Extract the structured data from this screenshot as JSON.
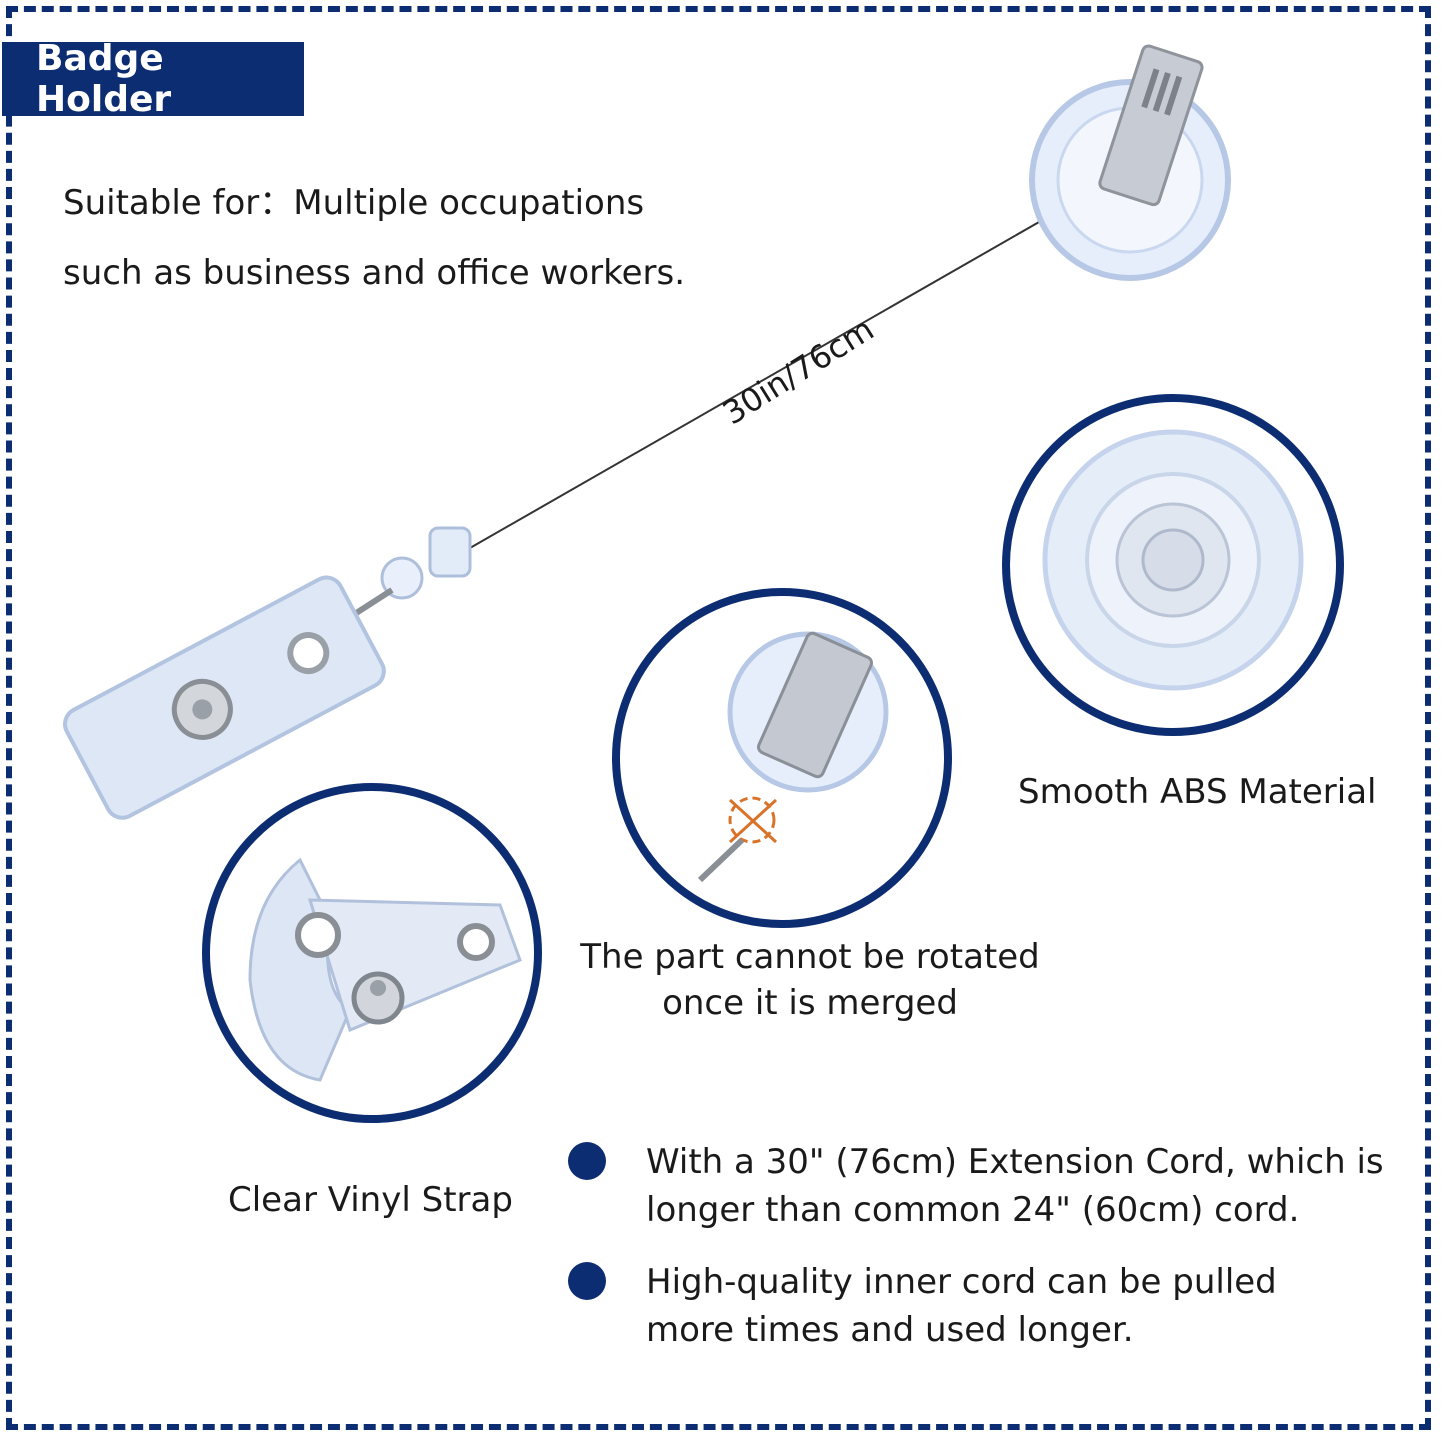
{
  "header": {
    "title": "Badge Holder"
  },
  "intro": {
    "line1": "Suitable for：Multiple occupations",
    "line2": "such as business and office workers."
  },
  "cord_length_label": "30in/76cm",
  "callouts": {
    "abs": "Smooth ABS Material",
    "rotate_line1": "The part cannot be rotated",
    "rotate_line2": "once it is merged",
    "vinyl": "Clear Vinyl Strap"
  },
  "features": [
    {
      "line1": "With a 30\" (76cm) Extension Cord,  which is",
      "line2": "longer than common 24\" (60cm) cord."
    },
    {
      "line1": "High-quality inner cord can be pulled",
      "line2": "more times and used longer."
    }
  ],
  "colors": {
    "accent": "#0d2d72",
    "plastic": "#dfe9f8"
  }
}
